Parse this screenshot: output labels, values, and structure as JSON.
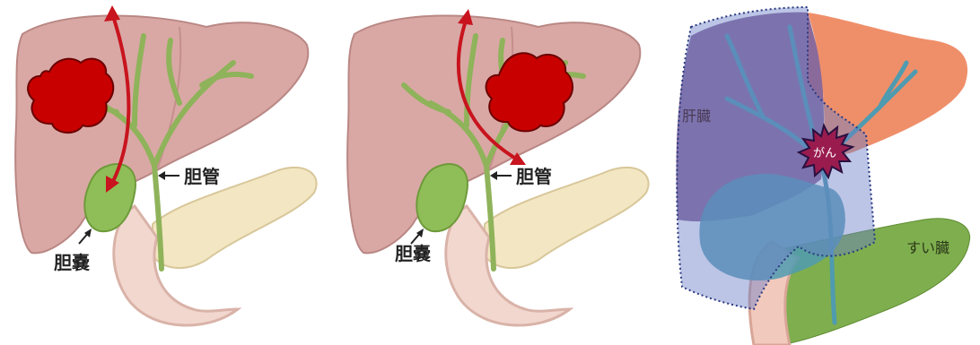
{
  "panels": [
    {
      "duct_label": "胆管",
      "gallbladder_label": "胆嚢"
    },
    {
      "duct_label": "胆管",
      "gallbladder_label": "胆嚢"
    },
    {
      "liver_label": "肝臓",
      "cancer_label": "がん",
      "pancreas_label": "すい臓"
    }
  ],
  "colors": {
    "liver": "#d9a8a5",
    "liver_shadow": "#c48f8c",
    "tumor": "#c80000",
    "arrow": "#c8141e",
    "bile_duct": "#8fb35a",
    "gallbladder": "#8fbe58",
    "pancreas": "#f3e6c2",
    "duodenum": "#f2d7cf",
    "resection_zone": "#6a7fc8",
    "right_liver": "#8a6a9a",
    "left_liver": "#ef8f6a",
    "duct_blue": "#4f9bb0",
    "cancer_fill": "#9a1c4f",
    "pancreas3": "#7fae4e"
  }
}
